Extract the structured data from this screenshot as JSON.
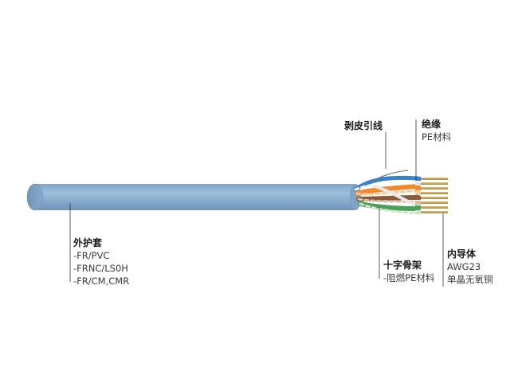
{
  "callouts": {
    "jacket": {
      "title": "外护套",
      "lines": [
        "-FR/PVC",
        "-FRNC/LS0H",
        "-FR/CM,CMR"
      ]
    },
    "ripcord": {
      "title": "剥皮引线"
    },
    "insulation": {
      "title": "绝缘",
      "line": "PE材料"
    },
    "cross_filler": {
      "title": "十字骨架",
      "line": "-阻燃PE材料"
    },
    "conductor": {
      "title": "内导体",
      "lines": [
        "AWG23",
        "单晶无氧铜"
      ]
    }
  },
  "colors": {
    "jacket": "#8fb3d2",
    "jacket_dark": "#6f95b8",
    "copper": "#c99b4e",
    "orange_pair": "#f08a2b",
    "blue_pair": "#3a7fd0",
    "green_pair": "#4da05a",
    "brown_pair": "#8a5a3a",
    "leader_line": "#333333"
  }
}
